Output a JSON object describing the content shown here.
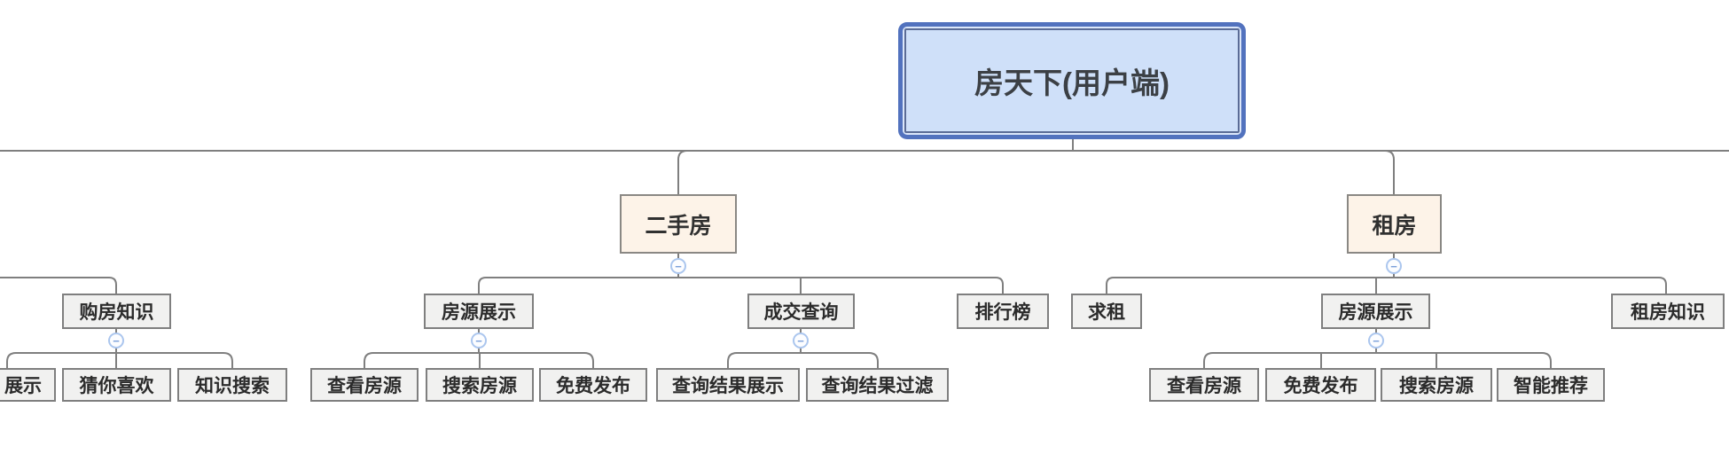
{
  "diagram": {
    "type": "mindmap-tree",
    "app_style": "xmind-like logic chart, top-down",
    "collapse_icon_glyph": "−",
    "colors": {
      "root_fill": "#cfe0f9",
      "root_border": "#5272be",
      "root_inner_border": "#5b6c96",
      "branch_fill": "#fdf3e8",
      "branch_border": "#8a8884",
      "node_fill": "#f1f1f0",
      "node_border": "#7f7f7f",
      "connector_line": "#7f7f7f",
      "collapse_ring": "#abc6ee",
      "collapse_glyph": "#7ba0da",
      "text": "#2b2b2b"
    },
    "tree": {
      "root": {
        "label": "房天下(用户端)"
      },
      "branches": [
        {
          "label": "二手房",
          "children": [
            {
              "label": "房源展示",
              "children": [
                {
                  "label": "查看房源"
                },
                {
                  "label": "搜索房源"
                },
                {
                  "label": "免费发布"
                }
              ]
            },
            {
              "label": "成交查询",
              "children": [
                {
                  "label": "查询结果展示"
                },
                {
                  "label": "查询结果过滤"
                }
              ]
            },
            {
              "label": "排行榜"
            }
          ]
        },
        {
          "label": "租房",
          "children": [
            {
              "label": "求租"
            },
            {
              "label": "房源展示",
              "children": [
                {
                  "label": "查看房源"
                },
                {
                  "label": "免费发布"
                },
                {
                  "label": "搜索房源"
                },
                {
                  "label": "智能推荐"
                }
              ]
            },
            {
              "label": "租房知识"
            }
          ]
        }
      ],
      "clipped_left_subtree": {
        "note_parent_offscreen": true,
        "label": "购房知识",
        "children": [
          {
            "label": "展示"
          },
          {
            "label": "猜你喜欢"
          },
          {
            "label": "知识搜索"
          }
        ]
      }
    }
  }
}
